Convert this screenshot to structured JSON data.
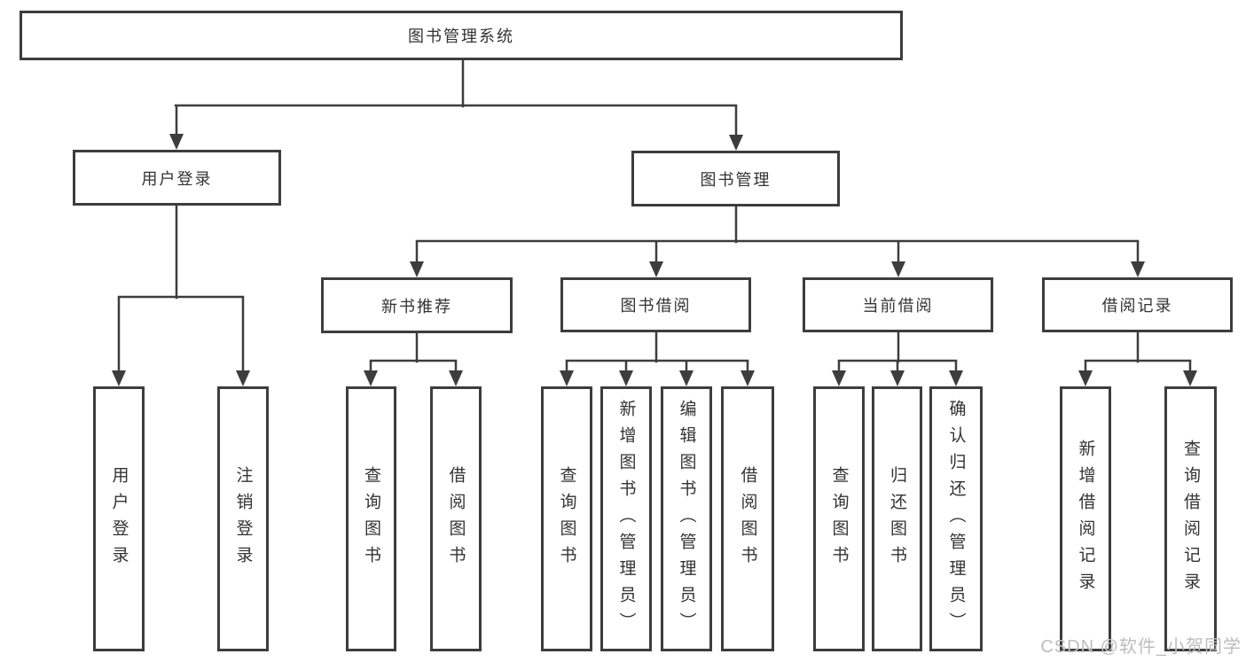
{
  "diagram": {
    "root": {
      "label": "图书管理系统"
    },
    "level2": [
      {
        "label": "用户登录"
      },
      {
        "label": "图书管理"
      }
    ],
    "level3": [
      {
        "label": "新书推荐"
      },
      {
        "label": "图书借阅"
      },
      {
        "label": "当前借阅"
      },
      {
        "label": "借阅记录"
      }
    ],
    "leaves": {
      "user_login": [
        "用户登录",
        "注销登录"
      ],
      "new_books": [
        "查询图书",
        "借阅图书"
      ],
      "book_borrow": [
        "查询图书",
        "新增图书（管理员）",
        "编辑图书（管理员）",
        "借阅图书"
      ],
      "current_borrow": [
        "查询图书",
        "归还图书",
        "确认归还（管理员）"
      ],
      "borrow_records": [
        "新增借阅记录",
        "查询借阅记录"
      ]
    }
  },
  "watermark": {
    "text": "CSDN @软件_小贺同学"
  },
  "colors": {
    "line": "#3d3d3d",
    "text": "#333333",
    "watermark": "#bdbdbd",
    "background": "#ffffff"
  }
}
